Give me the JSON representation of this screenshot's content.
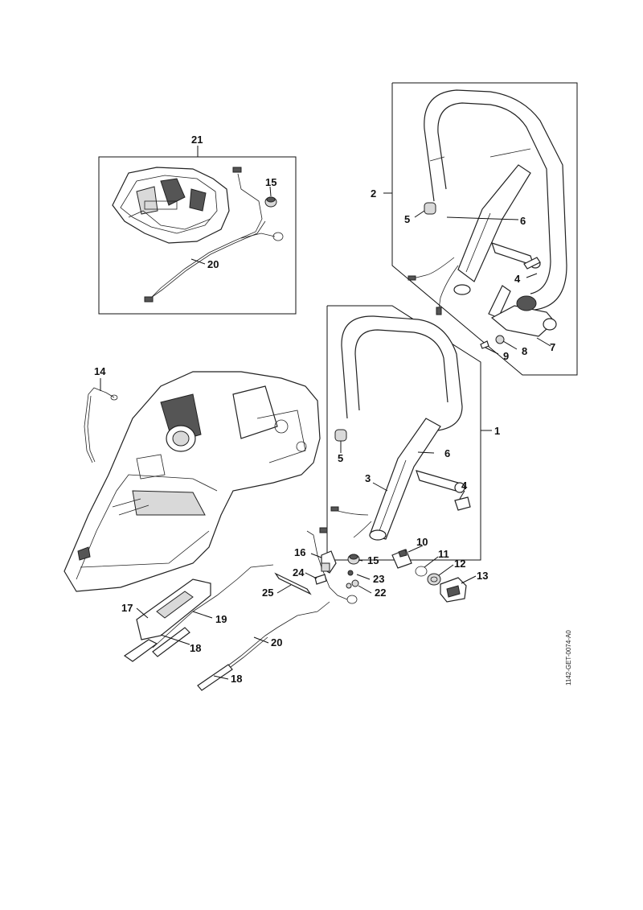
{
  "document_id": "1142-GET-0074-A0",
  "part_labels": {
    "p1": "1",
    "p2": "2",
    "p3": "3",
    "p4a": "4",
    "p4b": "4",
    "p5a": "5",
    "p5b": "5",
    "p6a": "6",
    "p6b": "6",
    "p7": "7",
    "p8": "8",
    "p9": "9",
    "p10": "10",
    "p11": "11",
    "p12": "12",
    "p13": "13",
    "p14": "14",
    "p15a": "15",
    "p15b": "15",
    "p16": "16",
    "p17": "17",
    "p18a": "18",
    "p18b": "18",
    "p19": "19",
    "p20a": "20",
    "p20b": "20",
    "p21": "21",
    "p22": "22",
    "p23": "23",
    "p24": "24",
    "p25": "25"
  }
}
